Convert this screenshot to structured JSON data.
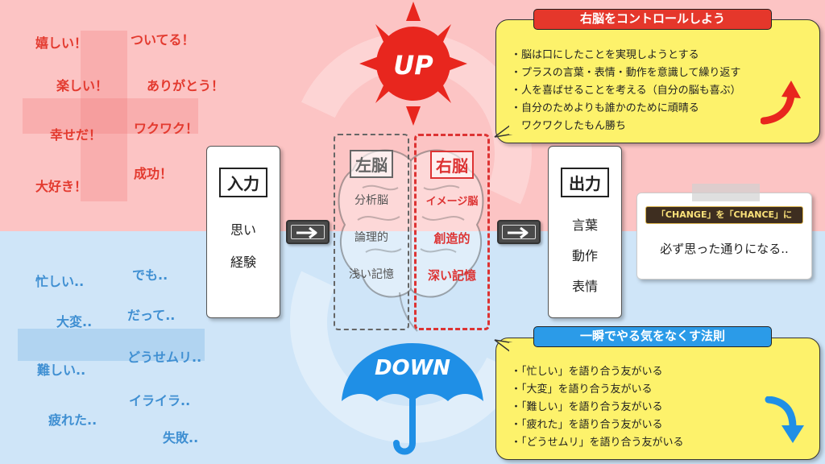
{
  "positive_words": [
    "嬉しい！",
    "ついてる！",
    "楽しい！",
    "ありがとう！",
    "幸せだ！",
    "ワクワク！",
    "成功！",
    "大好き！"
  ],
  "negative_words": [
    "忙しい..",
    "でも..",
    "大変..",
    "だって..",
    "難しい..",
    "どうせムリ..",
    "イライラ..",
    "疲れた..",
    "失敗.."
  ],
  "input": {
    "title": "入力",
    "items": [
      "思い",
      "経験"
    ]
  },
  "output": {
    "title": "出力",
    "items": [
      "言葉",
      "動作",
      "表情"
    ]
  },
  "left_brain": {
    "title": "左脳",
    "items": [
      "分析脳",
      "論理的",
      "浅い記憶"
    ]
  },
  "right_brain": {
    "title": "右脳",
    "items": [
      "イメージ脳",
      "創造的",
      "深い記憶"
    ]
  },
  "sun_label": "UP",
  "umbrella_label": "DOWN",
  "top_callout": {
    "title": "右脳をコントロールしよう",
    "bullets": [
      "・脳は口にしたことを実現しようとする",
      "・プラスの言葉・表情・動作を意識して繰り返す",
      "・人を喜ばせることを考える（自分の脳も喜ぶ）",
      "・自分のためよりも誰かのために頑晴る",
      "・ワクワクしたもん勝ち"
    ]
  },
  "bottom_callout": {
    "title": "一瞬でやる気をなくす法則",
    "bullets": [
      "・「忙しい」を語り合う友がいる",
      "・「大変」を語り合う友がいる",
      "・「難しい」を語り合う友がいる",
      "・「疲れた」を語り合う友がいる",
      "・「どうせムリ」を語り合う友がいる"
    ]
  },
  "note": {
    "tag": "「CHANGE」を「CHANCE」に",
    "message": "必ず思った通りになる.."
  },
  "colors": {
    "top_bg": "#fcc4c4",
    "bottom_bg": "#cfe5f8",
    "positive": "#e33a2f",
    "negative": "#3f8fd2",
    "sun": "#e8261e",
    "umbrella": "#1f8fe6",
    "callout": "#fdf26b"
  },
  "icons": [
    "sun-icon",
    "umbrella-icon",
    "right-arrow-icon",
    "curved-up-arrow-icon",
    "curved-down-arrow-icon",
    "brain-icon"
  ]
}
